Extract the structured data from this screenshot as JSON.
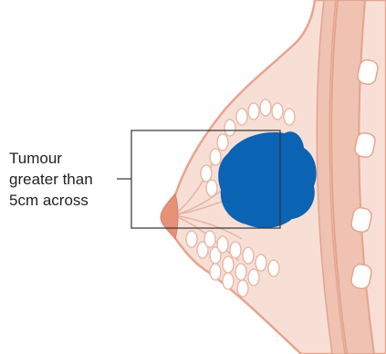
{
  "label": {
    "lines": [
      "Tumour",
      "greater than",
      "5cm across"
    ]
  },
  "colors": {
    "skin": "#f7dfd6",
    "outline": "#e7a48e",
    "muscle": "#efc2b1",
    "muscle_dark": "#e3a48e",
    "ribs": "#ffffff",
    "nipple": "#e59276",
    "lobules": "#ffffff",
    "lobule_outline": "#e7b3a1",
    "tumour": "#0a63b3",
    "callout_box": "#333333"
  },
  "icons": {
    "tumour": "tumour-blob-icon",
    "ribs": "rib-icon",
    "lobules": "lobule-cluster-icon"
  }
}
